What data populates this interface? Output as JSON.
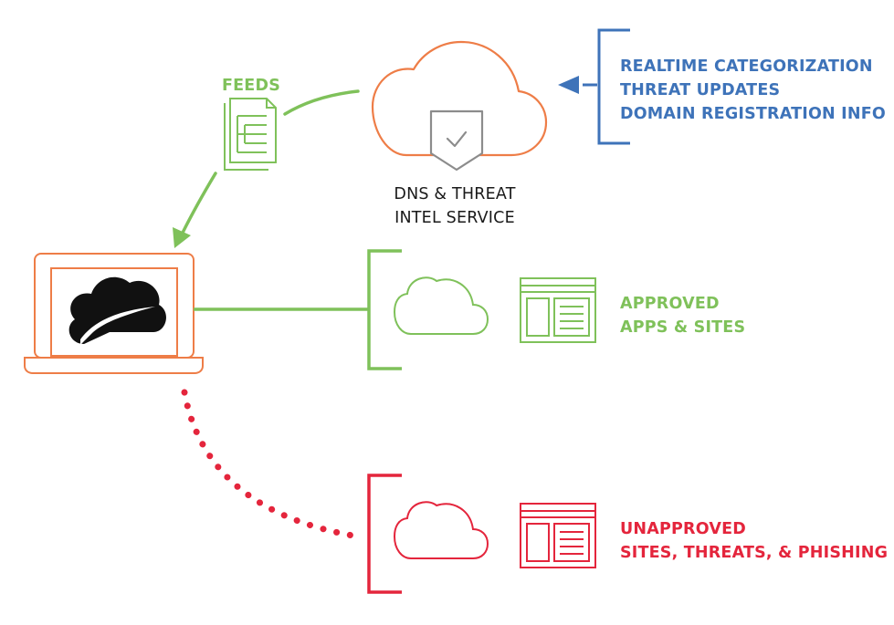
{
  "colors": {
    "orange": "#ee7d47",
    "green": "#7fc15a",
    "blue": "#3e73b9",
    "red": "#e4253c",
    "gray": "#8c8c8c",
    "black": "#1a1a1a"
  },
  "icons": {
    "service": "cloud-shield-icon",
    "feeds": "document-icon",
    "client": "laptop-icon",
    "brand": "brand-cloud-logo-icon",
    "approved_cloud": "cloud-icon",
    "approved_window": "browser-window-icon",
    "unapproved_cloud": "cloud-icon",
    "unapproved_window": "browser-window-icon"
  },
  "feeds": {
    "label": "FEEDS"
  },
  "service": {
    "line1": "DNS & THREAT",
    "line2": "INTEL SERVICE"
  },
  "intel_sources": [
    "REALTIME CATEGORIZATION",
    "THREAT UPDATES",
    "DOMAIN REGISTRATION INFO"
  ],
  "approved": {
    "line1": "APPROVED",
    "line2": "APPS & SITES"
  },
  "unapproved": {
    "line1": "UNAPPROVED",
    "line2": "SITES, THREATS, & PHISHING"
  }
}
